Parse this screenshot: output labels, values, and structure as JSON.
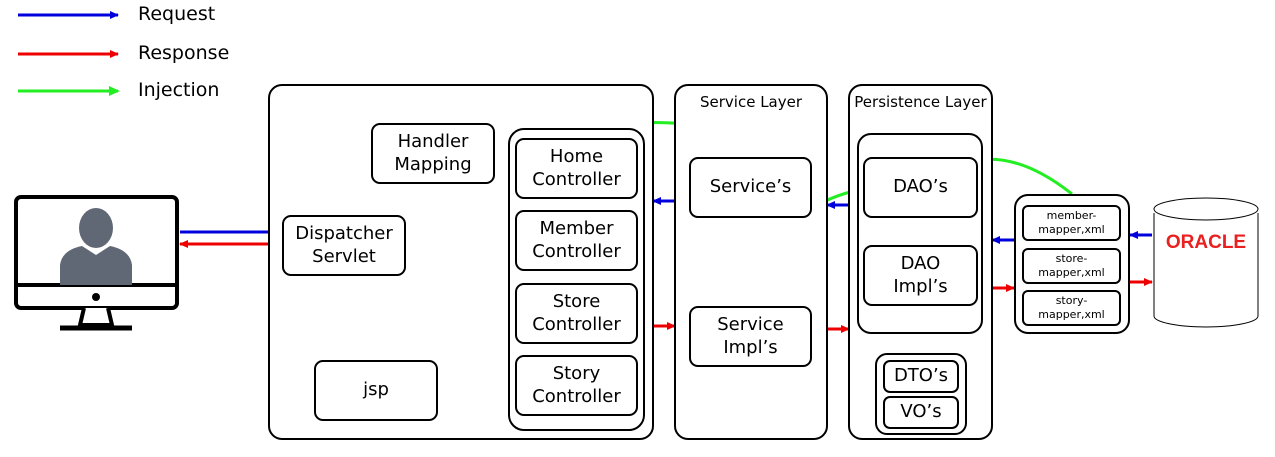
{
  "legend": {
    "request": "Request",
    "response": "Response",
    "injection": "Injection"
  },
  "colors": {
    "request": "#0000dd",
    "response": "#ee0000",
    "injection": "#22ee22"
  },
  "layers": {
    "service": "Service Layer",
    "persistence": "Persistence Layer"
  },
  "nodes": {
    "handler_mapping": "Handler\nMapping",
    "dispatcher_servlet": "Dispatcher\nServlet",
    "jsp": "jsp",
    "home_controller": "Home\nController",
    "member_controller": "Member\nController",
    "store_controller": "Store\nController",
    "story_controller": "Story\nController",
    "services": "Service’s",
    "service_impls": "Service\nImpl’s",
    "daos": "DAO’s",
    "dao_impls": "DAO\nImpl’s",
    "dtos": "DTO’s",
    "vos": "VO’s",
    "member_mapper": "member-\nmapper,xml",
    "store_mapper": "store-\nmapper,xml",
    "story_mapper": "story-\nmapper,xml"
  },
  "database": {
    "logo": "ORACLE",
    "icon": "database-cylinder-icon"
  },
  "client": {
    "icon": "monitor-user-icon"
  }
}
